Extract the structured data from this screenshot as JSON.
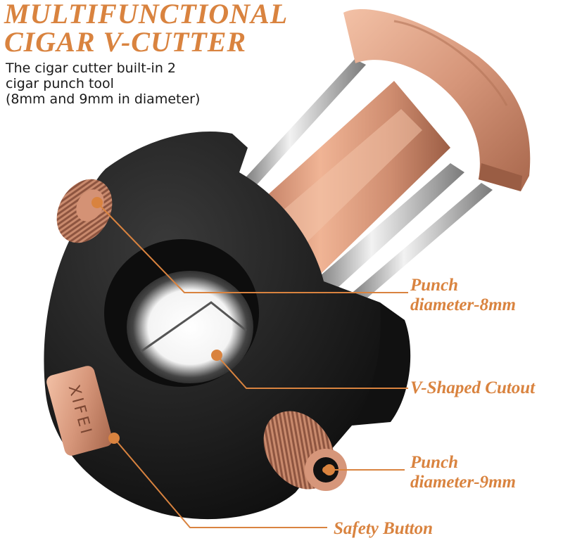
{
  "headline": {
    "line1": "MULTIFUNCTIONAL",
    "line2": "CIGAR V-CUTTER"
  },
  "description": {
    "line1": "The cigar cutter built-in 2",
    "line2": "cigar punch tool",
    "line3": "(8mm and 9mm in diameter)"
  },
  "brand_engraving": "XIFEI",
  "callouts": {
    "punch_8mm": {
      "line1": "Punch",
      "line2": "diameter-8mm"
    },
    "v_cutout": {
      "line1": "V-Shaped Cutout"
    },
    "punch_9mm": {
      "line1": "Punch",
      "line2": "diameter-9mm"
    },
    "safety_button": {
      "line1": "Safety Button"
    }
  },
  "colors": {
    "accent_orange": "#d9833f",
    "rose_gold": "#d6967a",
    "body_black": "#1e1e1e"
  }
}
